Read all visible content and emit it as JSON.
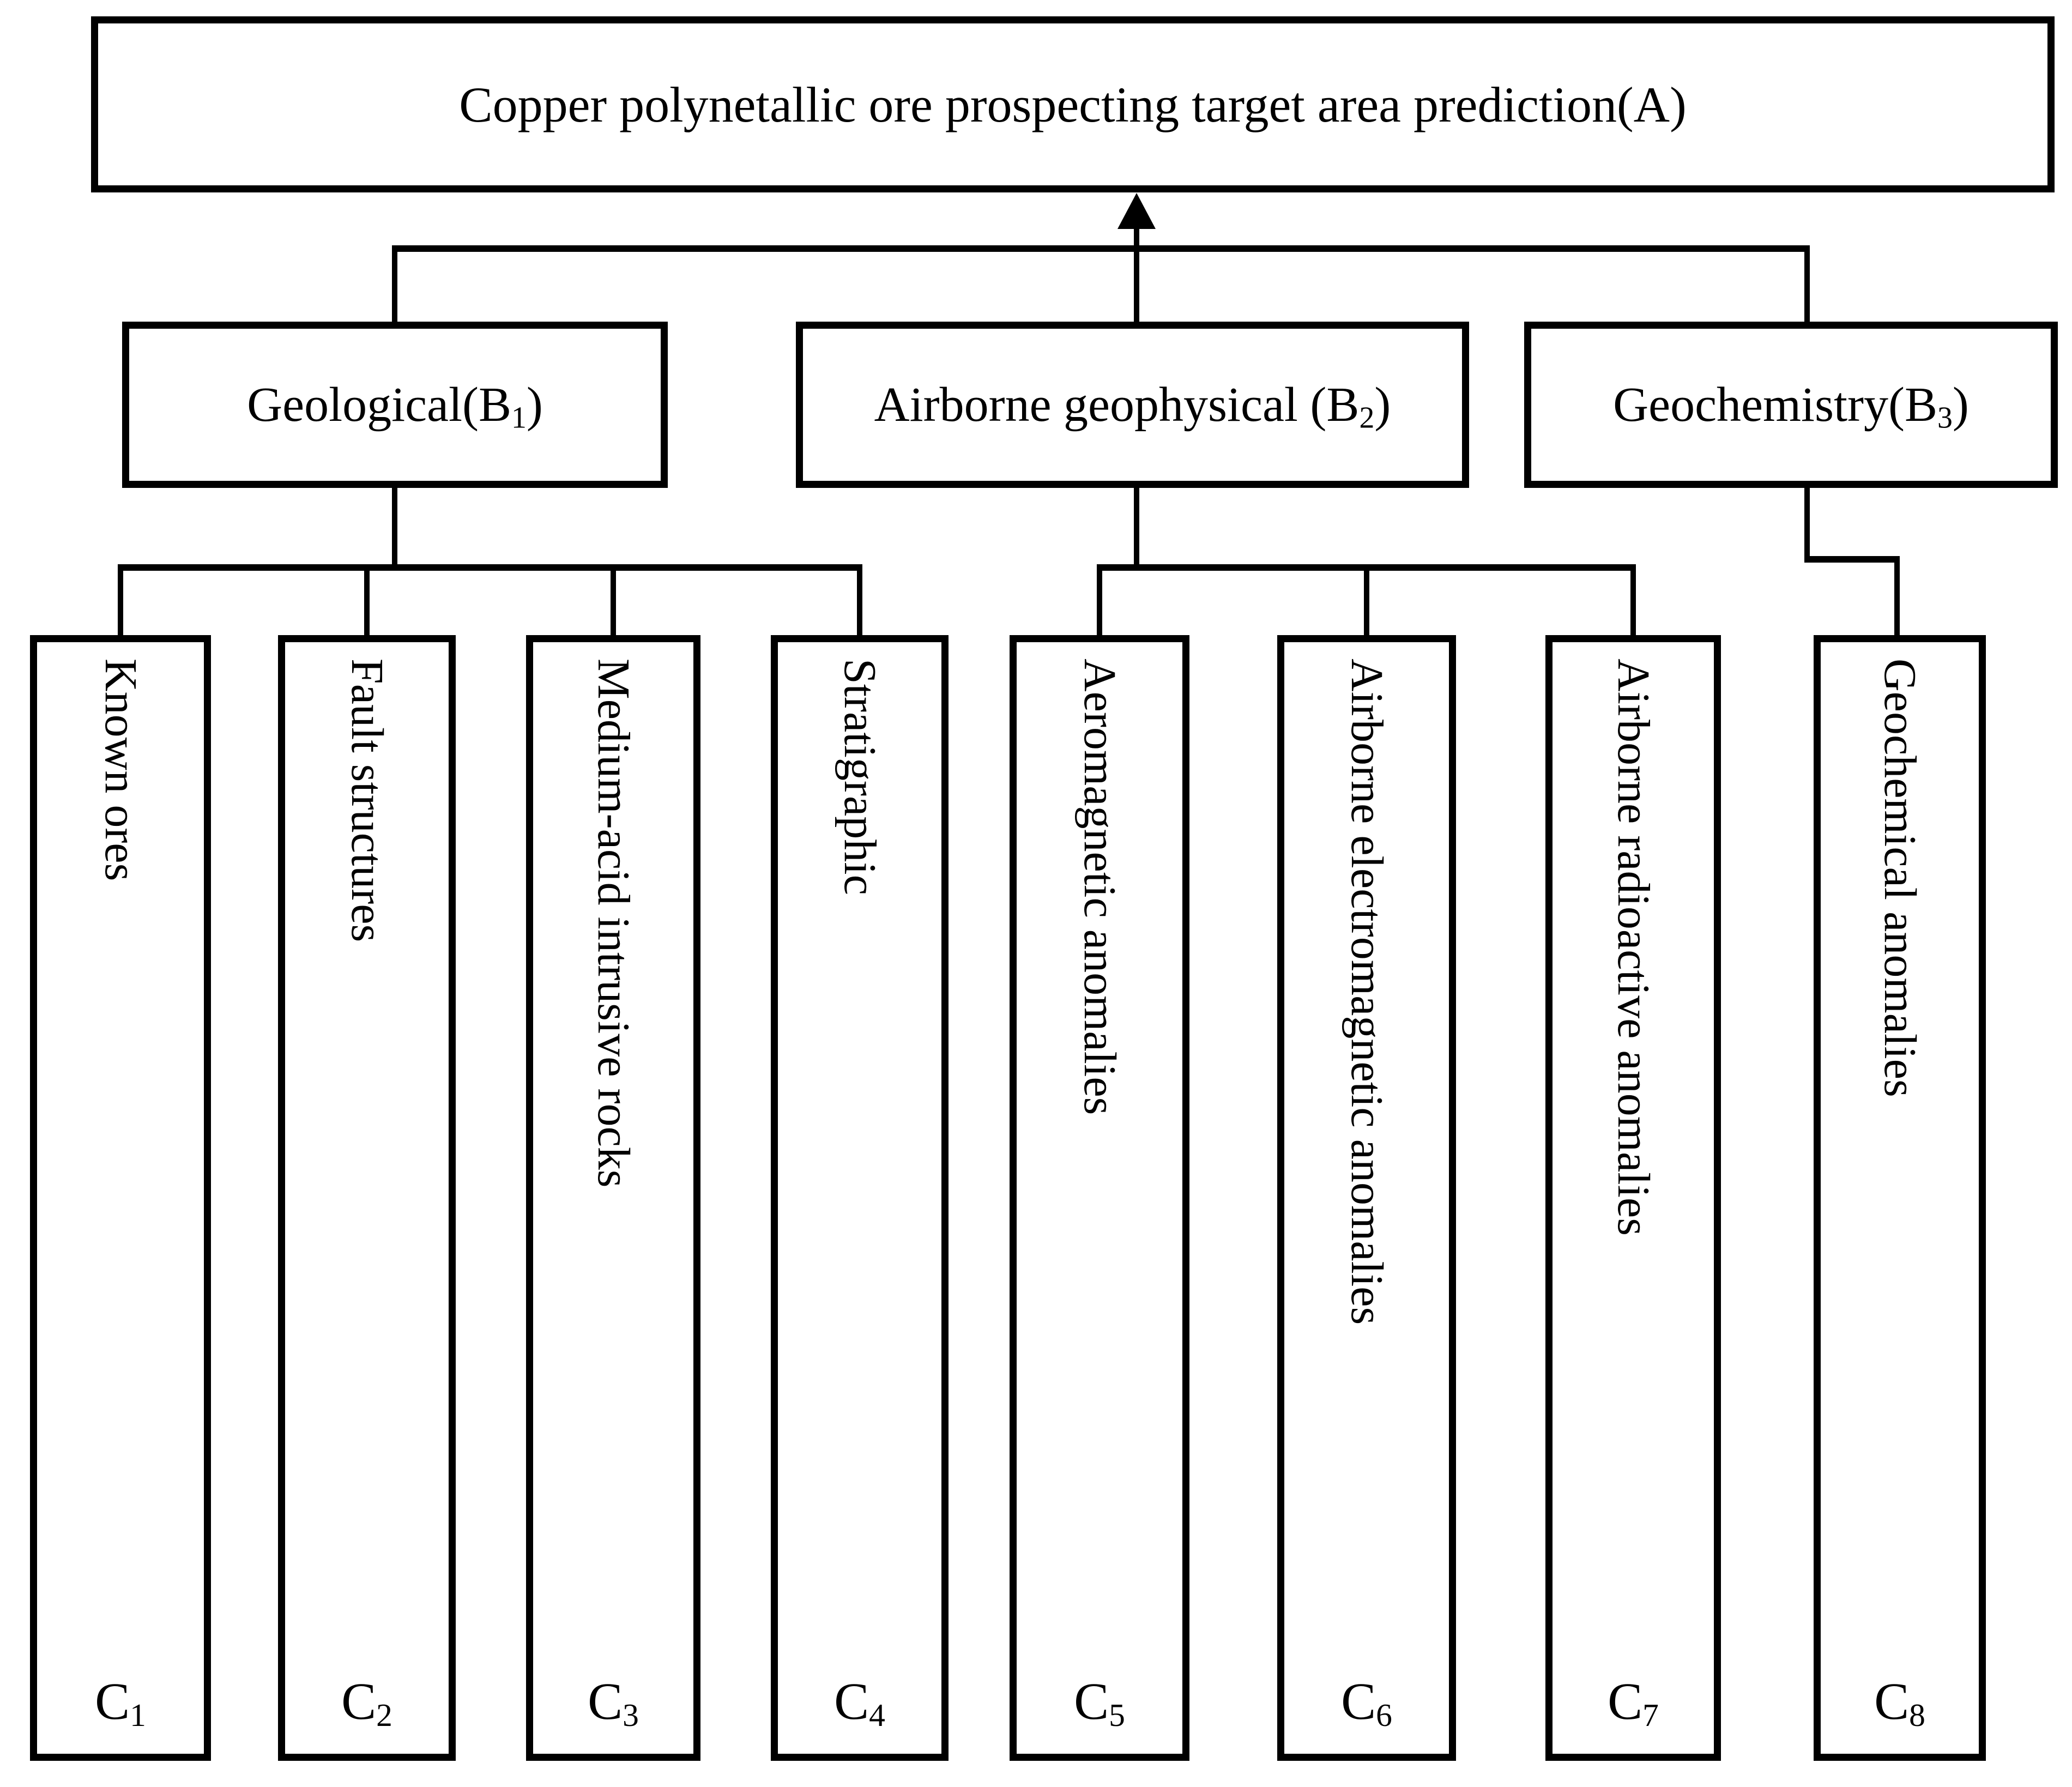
{
  "page": {
    "background_color": "#ffffff",
    "line_color": "#000000",
    "text_color": "#000000"
  },
  "diagram": {
    "goal": {
      "label": "Copper polynetallic ore prospecting target area prediction(A)"
    },
    "criteria": [
      {
        "label_prefix": "Geological(B",
        "subscript": "1",
        "label_suffix": ")"
      },
      {
        "label_prefix": "Airborne geophysical (B",
        "subscript": "2",
        "label_suffix": ")"
      },
      {
        "label_prefix": "Geochemistry(B",
        "subscript": "3",
        "label_suffix": ")"
      }
    ],
    "factors": [
      {
        "label": "Known ores",
        "code_base": "C",
        "code_subscript": "1"
      },
      {
        "label": "Fault structures",
        "code_base": "C",
        "code_subscript": "2"
      },
      {
        "label": "Medium-acid intrusive rocks",
        "code_base": "C",
        "code_subscript": "3"
      },
      {
        "label": "Stratigraphic",
        "code_base": "C",
        "code_subscript": "4"
      },
      {
        "label": "Aeromagnetic anomalies",
        "code_base": "C",
        "code_subscript": "5"
      },
      {
        "label": "Airborne electromagnetic anomalies",
        "code_base": "C",
        "code_subscript": "6"
      },
      {
        "label": "Airborne radioactive anomalies",
        "code_base": "C",
        "code_subscript": "7"
      },
      {
        "label": "Geochemical anomalies",
        "code_base": "C",
        "code_subscript": "8"
      }
    ]
  }
}
